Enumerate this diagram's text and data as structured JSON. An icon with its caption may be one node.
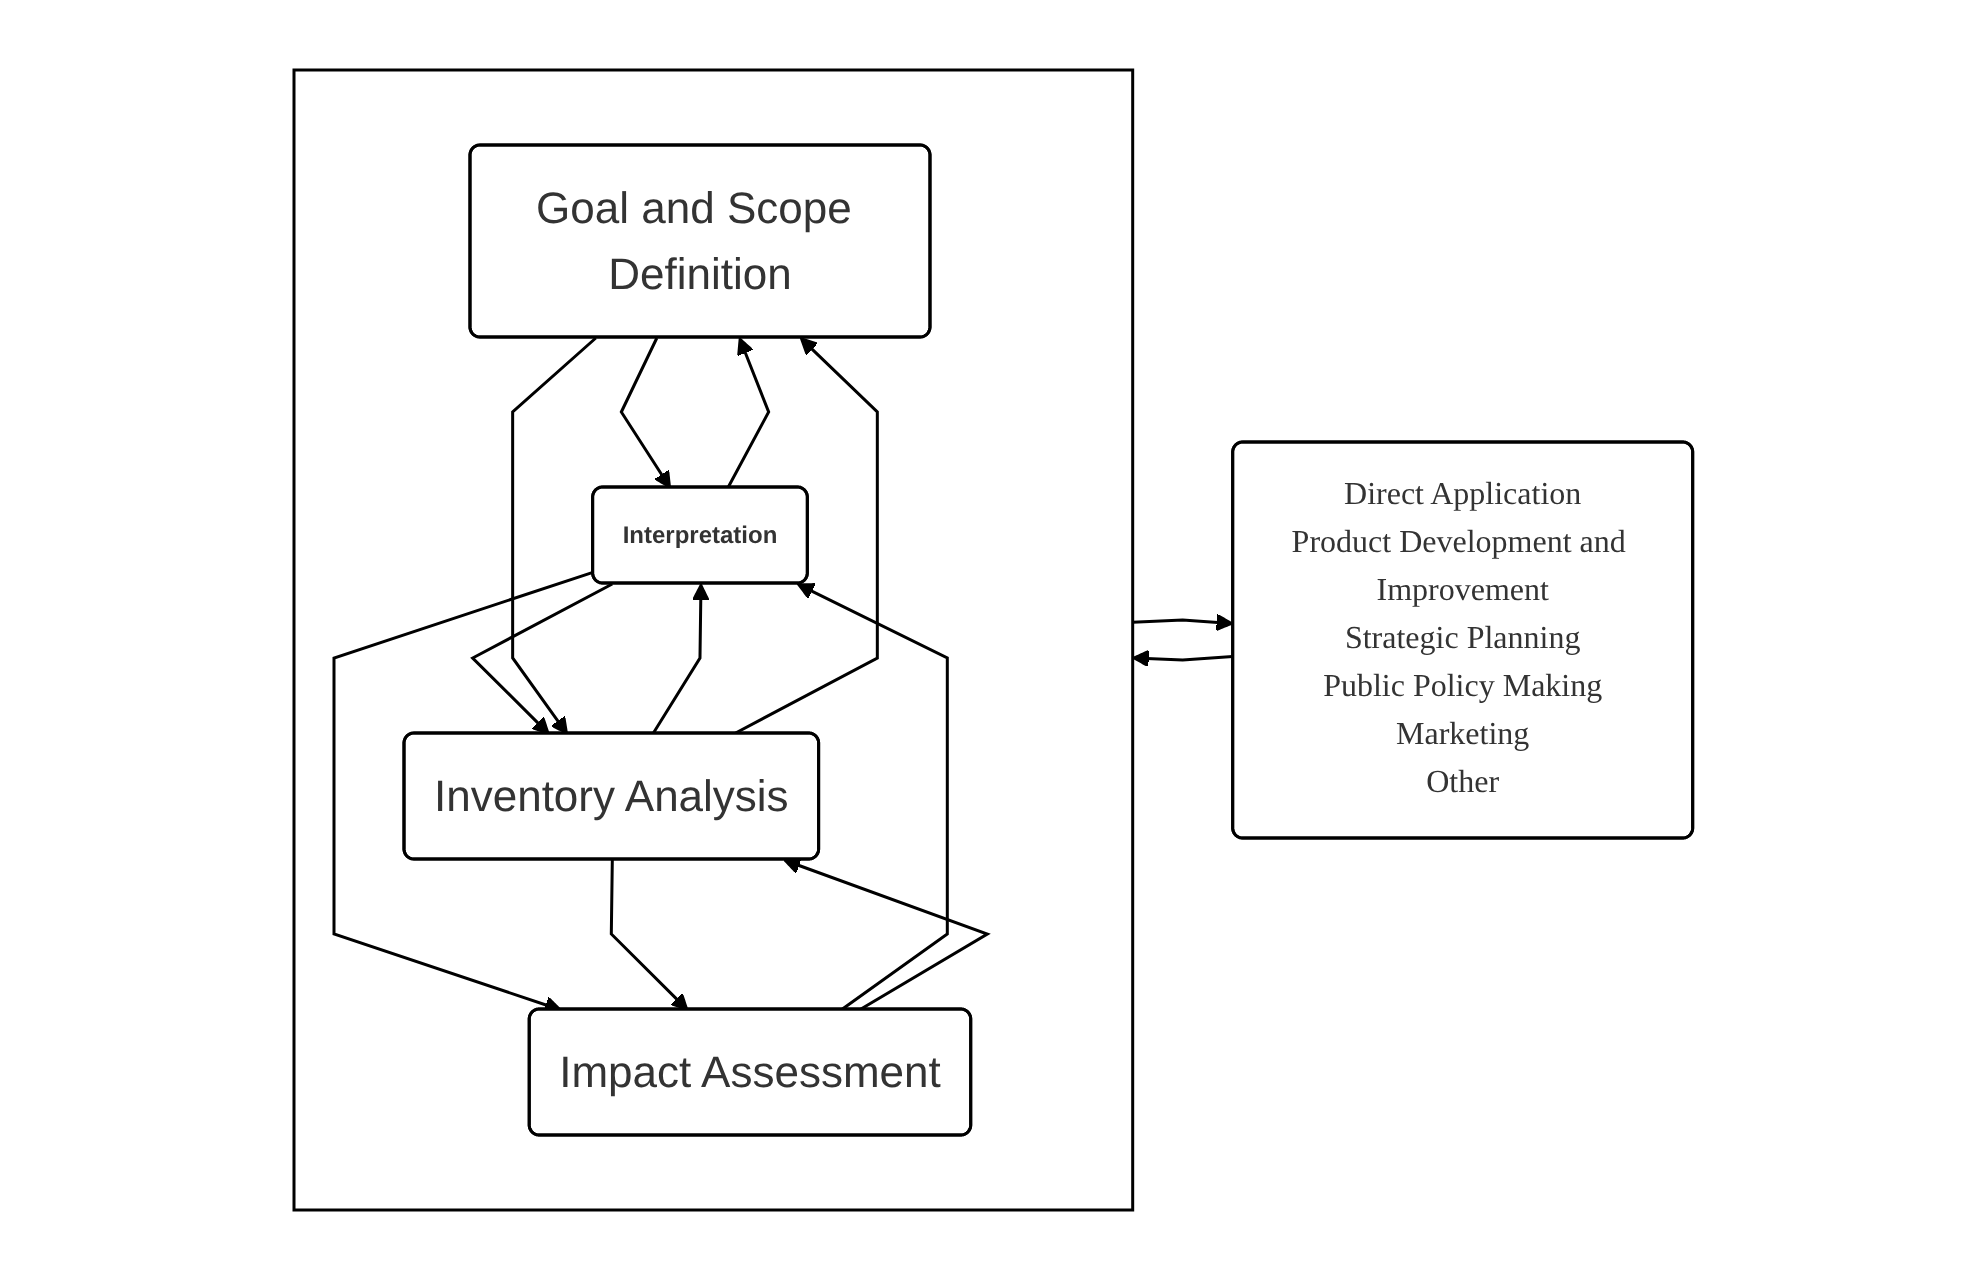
{
  "diagram": {
    "nodes": [
      {
        "text": [],
        "shape": "box"
      },
      {
        "text": [
          "Goal and Scope Definition"
        ],
        "in": 0
      },
      {
        "text": [
          "Inventory Analysis"
        ],
        "in": 0
      },
      {
        "text": [
          "Impact Assessment"
        ],
        "in": 0
      },
      {
        "text": [
          "Interpretation"
        ],
        "in": 0
      },
      {
        "text": [
          "Direct Application",
          "Product Development and Improvement",
          "Strategic Planning",
          "Public Policy Making",
          "Marketing",
          "Other"
        ]
      }
    ],
    "edges": [
      {
        "from": 1,
        "to": 4,
        "arrow": "to"
      },
      {
        "from": 4,
        "to": 1,
        "arrow": "to"
      },
      {
        "from": 2,
        "to": 4,
        "arrow": "to"
      },
      {
        "from": 4,
        "to": 2,
        "arrow": "to"
      },
      {
        "from": 3,
        "to": 4,
        "arrow": "to"
      },
      {
        "from": 4,
        "to": 3,
        "arrow": "to"
      },
      {
        "from": 1,
        "to": 2,
        "arrow": "to"
      },
      {
        "from": 2,
        "to": 1,
        "arrow": "to"
      },
      {
        "from": 2,
        "to": 3,
        "arrow": "to"
      },
      {
        "from": 3,
        "to": 2,
        "arrow": "to"
      },
      {
        "from": 0,
        "to": 5,
        "arrow": "to"
      },
      {
        "from": 5,
        "to": 0,
        "arrow": "to"
      }
    ]
  }
}
